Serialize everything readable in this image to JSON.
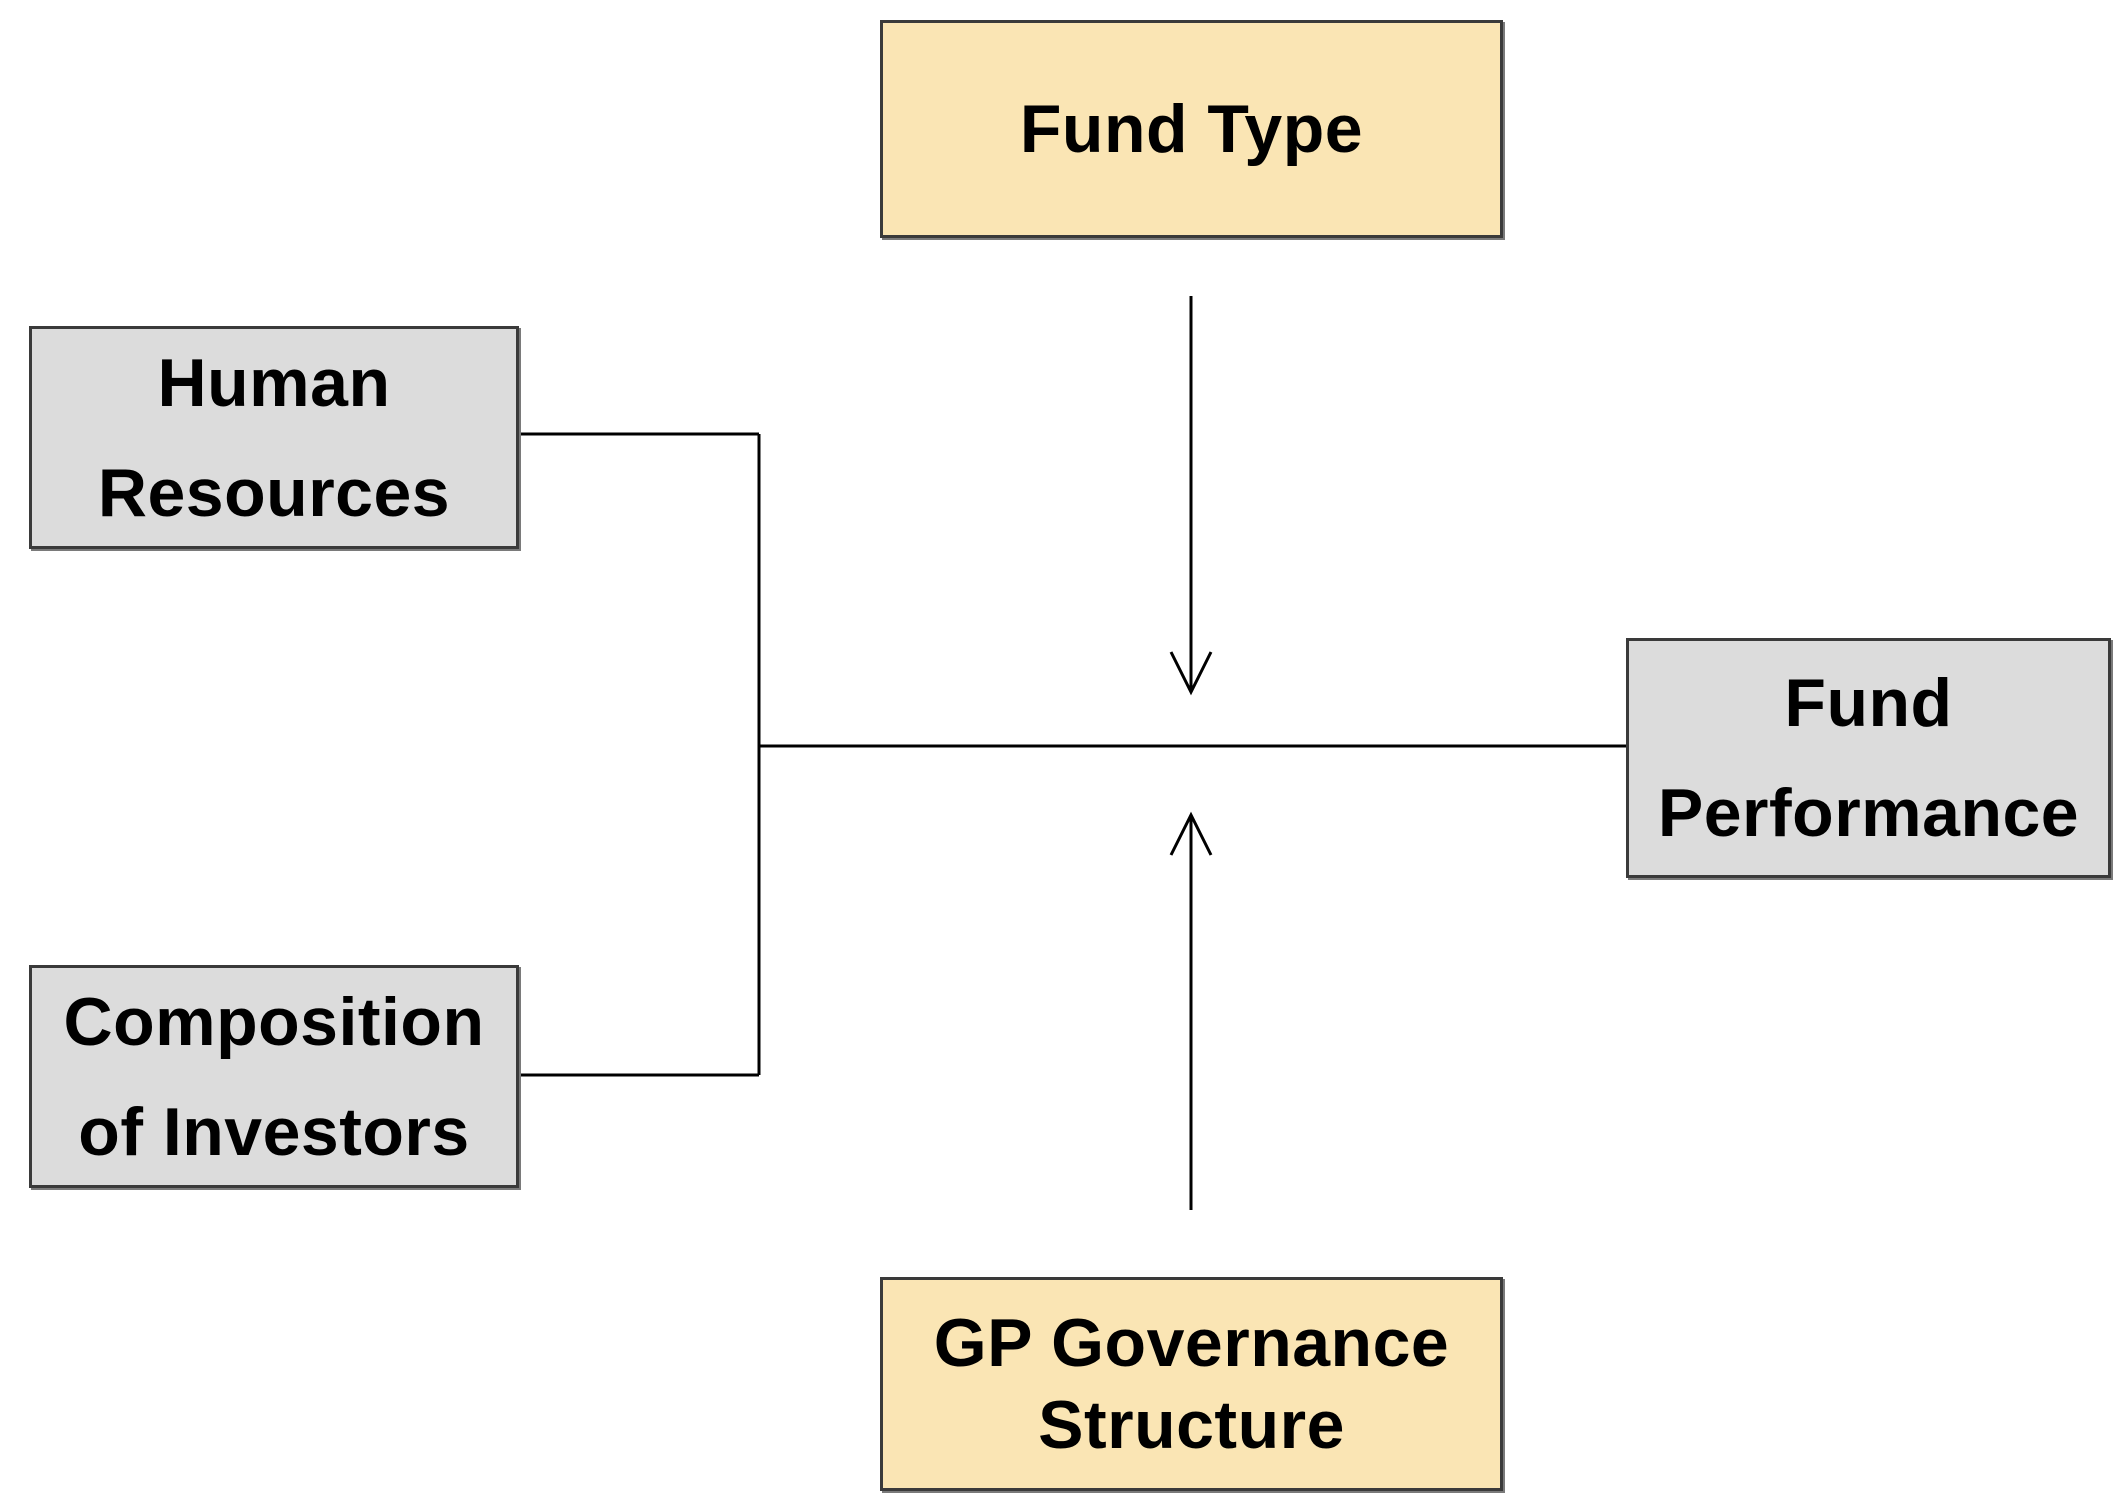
{
  "diagram": {
    "nodes": {
      "fund_type": {
        "lines": [
          "Fund  Type"
        ]
      },
      "human_resources": {
        "lines": [
          "Human",
          "Resources"
        ]
      },
      "composition_of_investors": {
        "lines": [
          "Composition",
          "of  Investors"
        ]
      },
      "fund_performance": {
        "lines": [
          "Fund",
          "Performance"
        ]
      },
      "gp_governance_structure": {
        "lines": [
          "GP  Governance",
          "Structure"
        ]
      }
    },
    "edges": [
      {
        "from": "human_resources",
        "to": "fund_performance"
      },
      {
        "from": "composition_of_investors",
        "to": "fund_performance"
      },
      {
        "from": "fund_type",
        "to": "fund_performance",
        "role": "moderator"
      },
      {
        "from": "gp_governance_structure",
        "to": "fund_performance",
        "role": "moderator"
      }
    ],
    "colors": {
      "independent_node_fill": "#dcdcdc",
      "moderator_node_fill": "#fae5b4",
      "border": "#3a3a3a",
      "connector": "#000000"
    }
  }
}
